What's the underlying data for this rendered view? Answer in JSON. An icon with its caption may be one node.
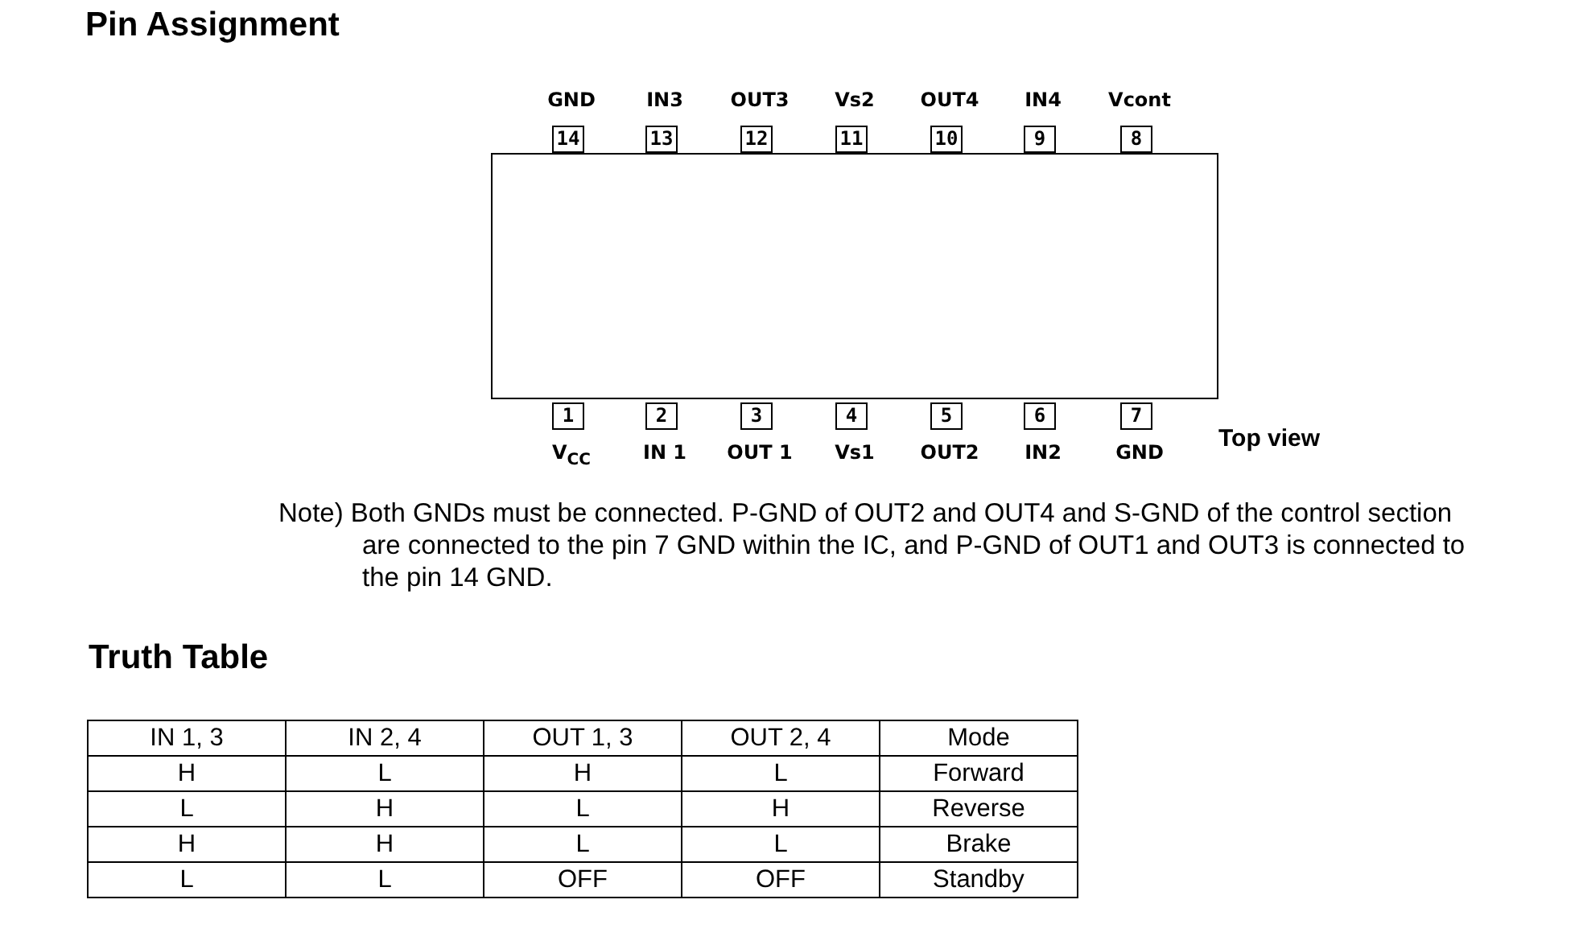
{
  "diagram": {
    "title": "Pin Assignment",
    "nodes": [
      {
        "text": [],
        "shape": "box"
      },
      {
        "text": [
          "14"
        ],
        "beside": [
          "GND"
        ]
      },
      {
        "text": [
          "13"
        ],
        "beside": [
          "IN3"
        ]
      },
      {
        "text": [
          "12"
        ],
        "beside": [
          "OUT3"
        ]
      },
      {
        "text": [
          "11"
        ],
        "beside": [
          "Vs2"
        ]
      },
      {
        "text": [
          "10"
        ],
        "beside": [
          "OUT4"
        ]
      },
      {
        "text": [
          "9"
        ],
        "beside": [
          "IN4"
        ]
      },
      {
        "text": [
          "8"
        ],
        "beside": [
          "Vcont"
        ]
      },
      {
        "text": [
          "1"
        ],
        "beside": [
          "V$_{CC}$"
        ]
      },
      {
        "text": [
          "2"
        ],
        "beside": [
          "IN 1"
        ]
      },
      {
        "text": [
          "3"
        ],
        "beside": [
          "OUT 1"
        ]
      },
      {
        "text": [
          "4"
        ],
        "beside": [
          "Vs1"
        ]
      },
      {
        "text": [
          "5"
        ],
        "beside": [
          "OUT2"
        ]
      },
      {
        "text": [
          "6"
        ],
        "beside": [
          "IN2"
        ]
      },
      {
        "text": [
          "7"
        ],
        "beside": [
          "GND"
        ]
      }
    ],
    "edges": [],
    "labels": [
      "Top view",
      "Note) Both GNDs must be connected. P-GND of OUT2 and OUT4 and S-GND of the control section are connected to the pin 7 GND within the IC, and P-GND of OUT1 and OUT3 is connected to the pin 14 GND.",
      "Truth Table",
      "IN 1, 3",
      "IN 2, 4",
      "OUT 1, 3",
      "OUT 2, 4",
      "Mode",
      "H",
      "L",
      "H",
      "L",
      "Forward",
      "L",
      "H",
      "L",
      "H",
      "Reverse",
      "H",
      "H",
      "L",
      "L",
      "Brake",
      "L",
      "L",
      "OFF",
      "OFF",
      "Standby"
    ]
  }
}
